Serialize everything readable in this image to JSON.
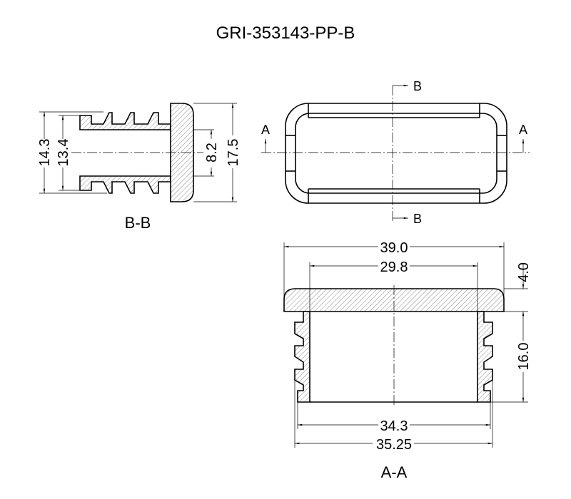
{
  "title": "GRI-353143-PP-B",
  "section_bb": {
    "label": "B-B",
    "dims": {
      "outer_rib": "14.3",
      "tube": "13.4",
      "bore": "8.2",
      "flange": "17.5"
    }
  },
  "top_view": {
    "marker_a": "A",
    "marker_b": "B"
  },
  "section_aa": {
    "label": "A-A",
    "dims": {
      "flange_width": "39.0",
      "inner_width": "29.8",
      "flange_thick": "4.0",
      "height": "16.0",
      "body_width": "34.3",
      "rib_width": "35.25"
    }
  }
}
